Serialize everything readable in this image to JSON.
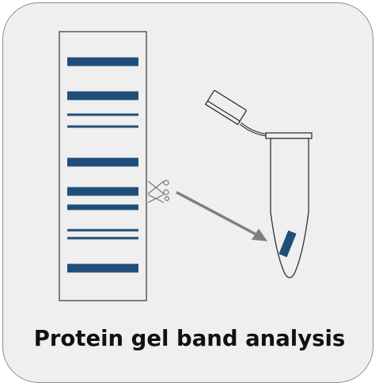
{
  "caption": "Protein gel band analysis",
  "colors": {
    "band": "#1f4e79",
    "outline": "#333333",
    "arrow": "#7f7f7f",
    "background": "#efefef",
    "border": "#8c8c8c"
  },
  "icons": [
    "scissors-icon",
    "microcentrifuge-tube-icon",
    "arrow-icon"
  ],
  "gel": {
    "bands": [
      {
        "thickness": "thick"
      },
      {
        "thickness": "thick"
      },
      {
        "thickness": "thin"
      },
      {
        "thickness": "thin"
      },
      {
        "thickness": "thick"
      },
      {
        "thickness": "thick"
      },
      {
        "thickness": "medium"
      },
      {
        "thickness": "thin"
      },
      {
        "thickness": "thin"
      },
      {
        "thickness": "thick"
      }
    ]
  }
}
